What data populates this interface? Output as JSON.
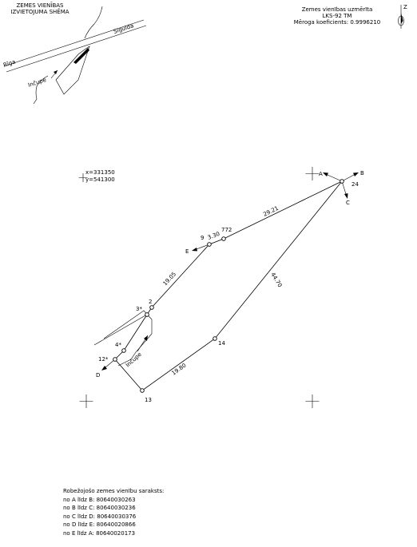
{
  "location_sheet": {
    "title_line1": "ZEMES VIENĪBAS",
    "title_line2": "IZVIETOJUMA SHĒMA",
    "road_riga": "Rīga",
    "road_sigulda": "Sigulda",
    "river_incupe": "Inčupe"
  },
  "header_right": {
    "line1": "Zemes vienības uzmērīta",
    "line2": "LKS-92 TM",
    "line3": "Mēroga koeficients: 0.9996210",
    "north_letter": "Z"
  },
  "coords": {
    "x": "x=331350",
    "y": "y=541300"
  },
  "plan": {
    "river_label": "Inčupe",
    "points": [
      "24",
      "772",
      "9",
      "2",
      "3*",
      "4*",
      "12*",
      "13",
      "14"
    ],
    "neighbors": [
      "A",
      "B",
      "C",
      "D",
      "E"
    ],
    "distances": [
      "29.21",
      "3.30",
      "19.05",
      "44.70",
      "19.80"
    ]
  },
  "neighbors_list": {
    "heading": "Robežojošo zemes vienību saraksts:",
    "rows": [
      "no A līdz  B: 80640030263",
      "no B līdz  C: 80640030236",
      "no C līdz  D: 80640030376",
      "no D līdz  E: 80640020866",
      "no E līdz  A: 80640020173"
    ]
  }
}
